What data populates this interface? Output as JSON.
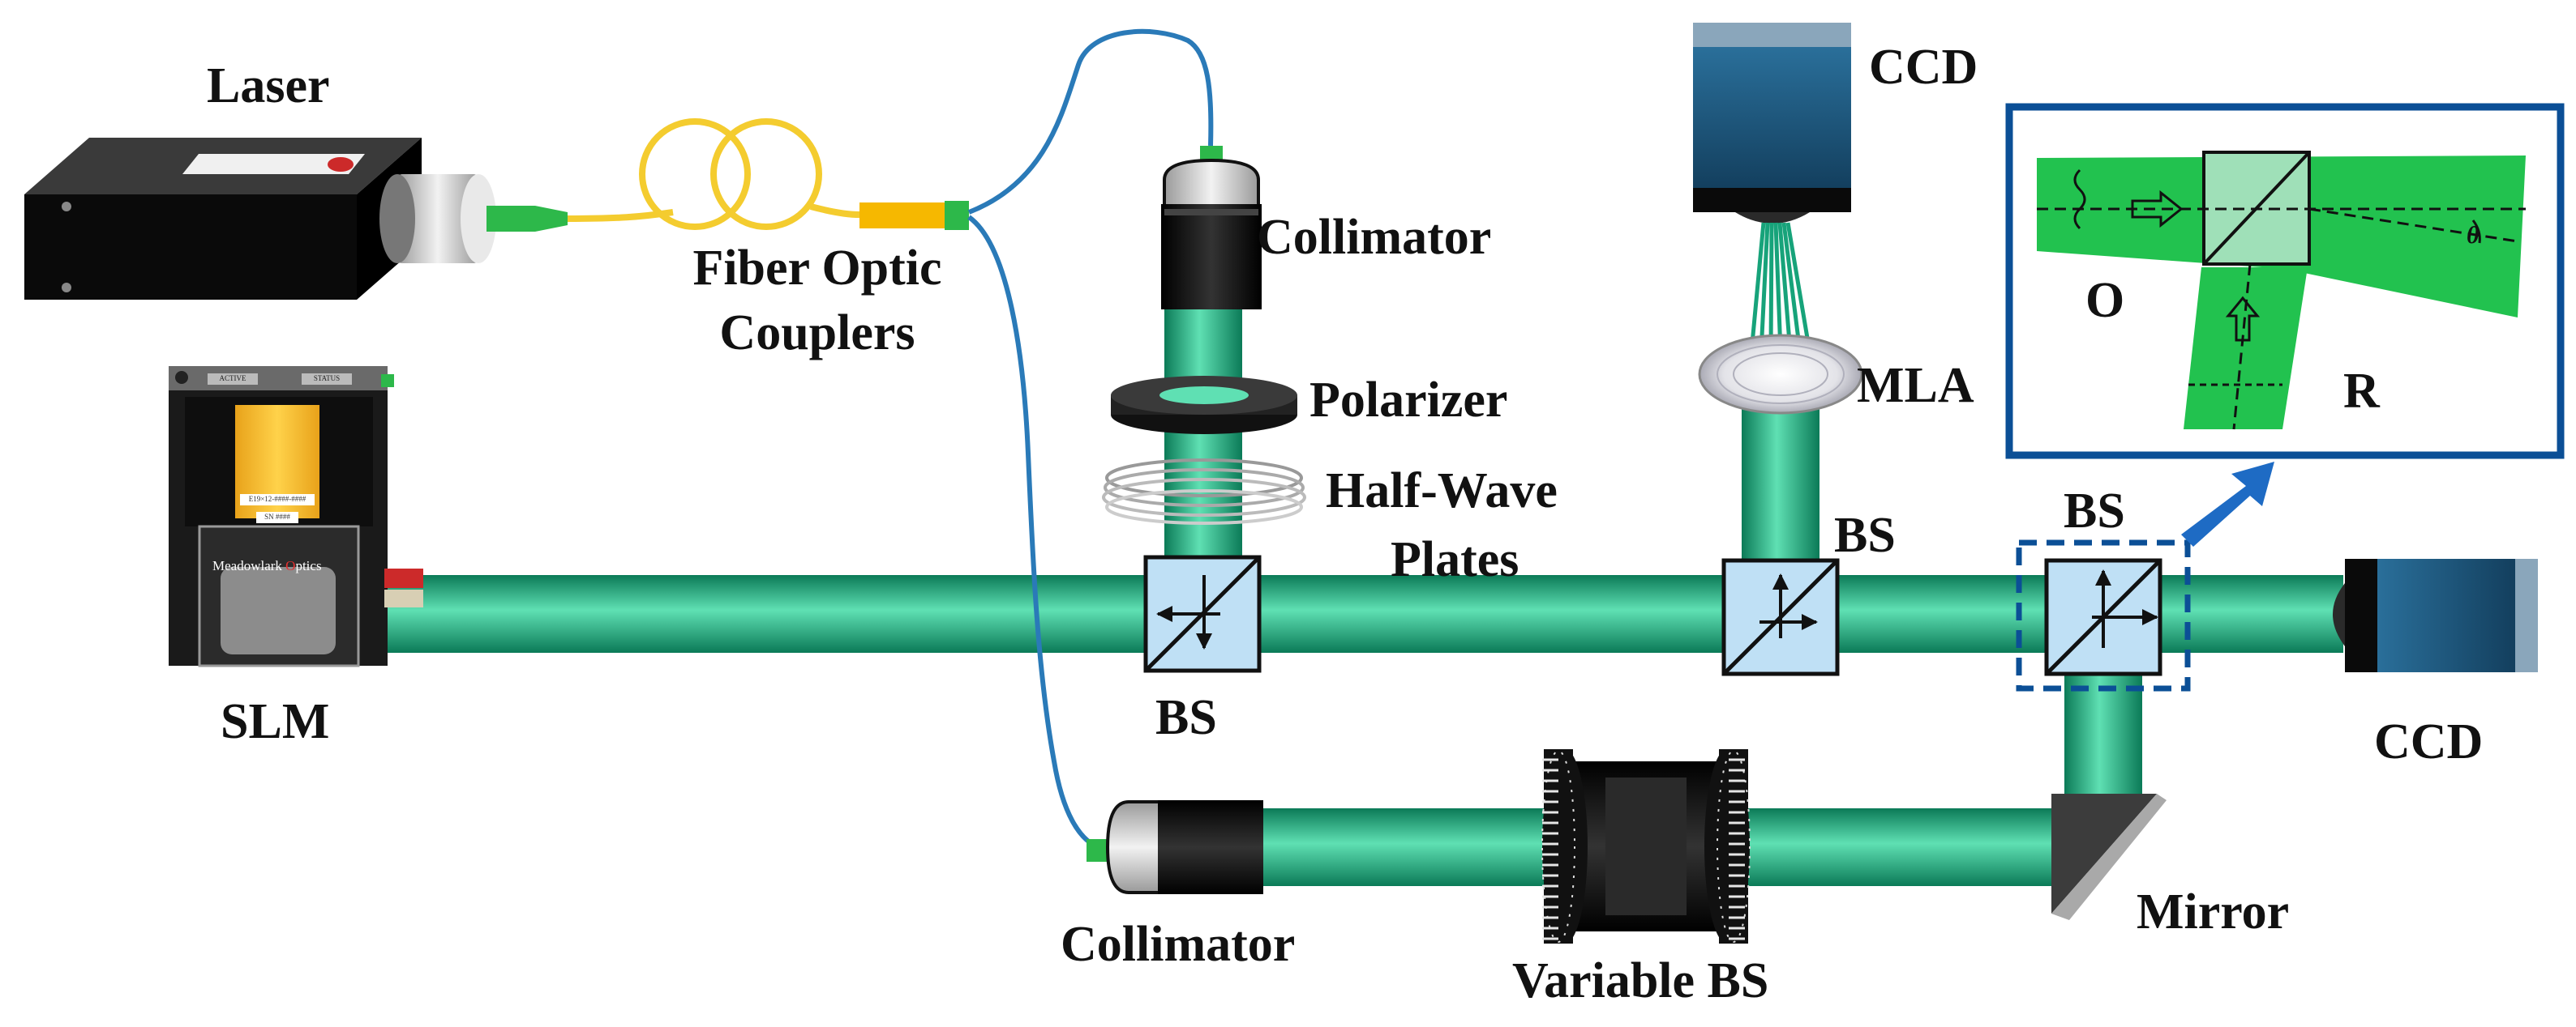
{
  "labels": {
    "laser": "Laser",
    "fiber_line1": "Fiber Optic",
    "fiber_line2": "Couplers",
    "collimator_top": "Collimator",
    "polarizer": "Polarizer",
    "halfwave_line1": "Half-Wave",
    "halfwave_line2": "Plates",
    "ccd_top": "CCD",
    "mla": "MLA",
    "bs_left": "BS",
    "bs_mid": "BS",
    "bs_right": "BS",
    "slm": "SLM",
    "ccd_right": "CCD",
    "collimator_bottom": "Collimator",
    "variable_bs": "Variable BS",
    "mirror": "Mirror",
    "inset_o": "O",
    "inset_r": "R",
    "inset_theta": "θ"
  },
  "device_text": {
    "slm_brand_prefix": "Meadowlark ",
    "slm_brand_o": "O",
    "slm_brand_suffix": "ptics",
    "slm_model": "E19×12-####-####",
    "slm_serial": "SN ####",
    "slm_button_left": "ACTIVE",
    "slm_button_right": "STATUS"
  },
  "colors": {
    "beam": "#17a37a",
    "beam_light": "#5fe0b3",
    "beam_dark": "#0b7a57",
    "inset_beam": "#22c24f",
    "inset_frame": "#0b4f96",
    "bs_fill": "#bfe0f5",
    "fiber": "#2a7ab8",
    "fiber_loop": "#f4cc2f",
    "ccd_body": "#1c5a82",
    "arrow": "#1e6bc4"
  }
}
